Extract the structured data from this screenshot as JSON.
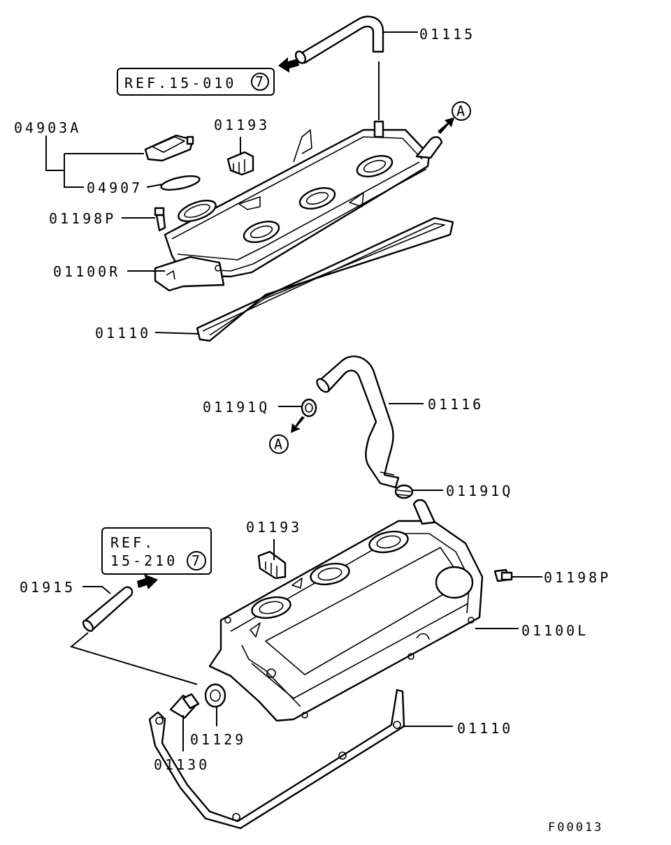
{
  "labels": {
    "p01115": "01115",
    "ref_top_text": "REF.15-010",
    "ref_top_circle": "7",
    "circle_a_top": "A",
    "p04903A": "04903A",
    "p01193_top": "01193",
    "p04907": "04907",
    "p01198P_left": "01198P",
    "p01100R": "01100R",
    "p01110_top": "01110",
    "p01191Q_left": "01191Q",
    "p01116": "01116",
    "circle_a_mid": "A",
    "p01191Q_right": "01191Q",
    "p01193_bottom": "01193",
    "ref_bottom_line1": "REF.",
    "ref_bottom_line2": "15-210",
    "ref_bottom_circle": "7",
    "p01198P_right": "01198P",
    "p01915": "01915",
    "p01100L": "01100L",
    "p01110_bottom": "01110",
    "p01129": "01129",
    "p01130": "01130",
    "figure_code": "F00013"
  }
}
